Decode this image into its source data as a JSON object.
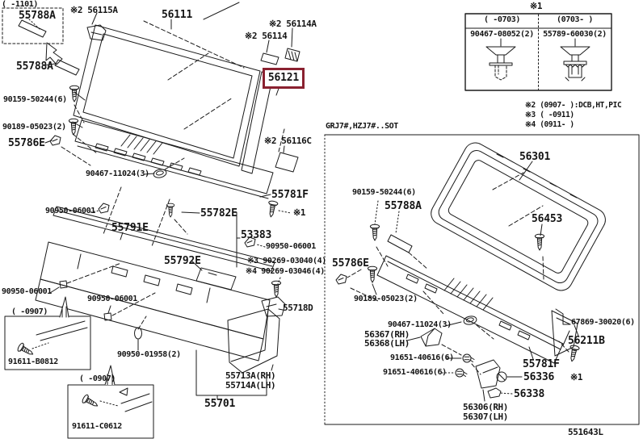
{
  "colors": {
    "highlight": "#8a2130",
    "line": "#1a1a1a",
    "background": "#ffffff"
  },
  "drawing_number": "551643L",
  "ref_table": {
    "title": "※1",
    "columns": [
      "(   -0703)",
      "(0703-   )"
    ],
    "parts": [
      "90467-08052(2)",
      "55789-60030(2)"
    ]
  },
  "notes": [
    "※2 (0907-   ):DCB,HT,PIC",
    "※3 (    -0911)",
    "※4 (0911-    )"
  ],
  "main": {
    "labels": {
      "inset1_header": "(   -1101)",
      "inset1_part": "55788A",
      "p56115a": "※2 56115A",
      "p55788a": "55788A",
      "p56111": "56111",
      "p56114a": "※2 56114A",
      "p56114": "※2 56114",
      "p56121": "56121",
      "p90159": "90159-50244(6)",
      "p90189": "90189-05023(2)",
      "p55786e": "55786E",
      "p56116c": "※2 56116C",
      "p90467_11024": "90467-11024(3)",
      "p55781f": "55781F",
      "pstar1": "※1",
      "p90950_a": "90950-06001",
      "p55791e": "55791E",
      "p55782e": "55782E",
      "p53383": "53383",
      "p90950_b": "90950-06001",
      "p90269_3": "※3 90269-03040(4)",
      "p90269_4": "※4 90269-03046(4)",
      "p55792e": "55792E",
      "p90950_c": "90950-06001",
      "p90950_d": "90950-06001",
      "p55718d": "55718D",
      "inset2_header": "(   -0907)",
      "p91611b": "91611-B0812",
      "p90950_01958": "90950-01958(2)",
      "inset3_header": "(   -0907)",
      "p91611c": "91611-C0612",
      "p55713a": "55713A(RH)",
      "p55714a": "55714A(LH)",
      "p55701": "55701"
    }
  },
  "panel": {
    "header": "GRJ7#,HZJ7#..SOT",
    "labels": {
      "p56301": "56301",
      "p90159": "90159-50244(6)",
      "p55788a": "55788A",
      "p56453": "56453",
      "p55786e": "55786E",
      "p90189": "90189-05023(2)",
      "p90467": "90467-11024(3)",
      "p56367": "56367(RH)",
      "p56368": "56368(LH)",
      "p91651_a": "91651-40616(6)",
      "p91651_b": "91651-40616(6)",
      "p56306": "56306(RH)",
      "p56307": "56307(LH)",
      "p56336": "56336",
      "p56338": "56338",
      "p55781f": "55781F",
      "pstar1": "※1",
      "p56211b": "56211B",
      "p67869": "67869-30020(6)"
    }
  }
}
